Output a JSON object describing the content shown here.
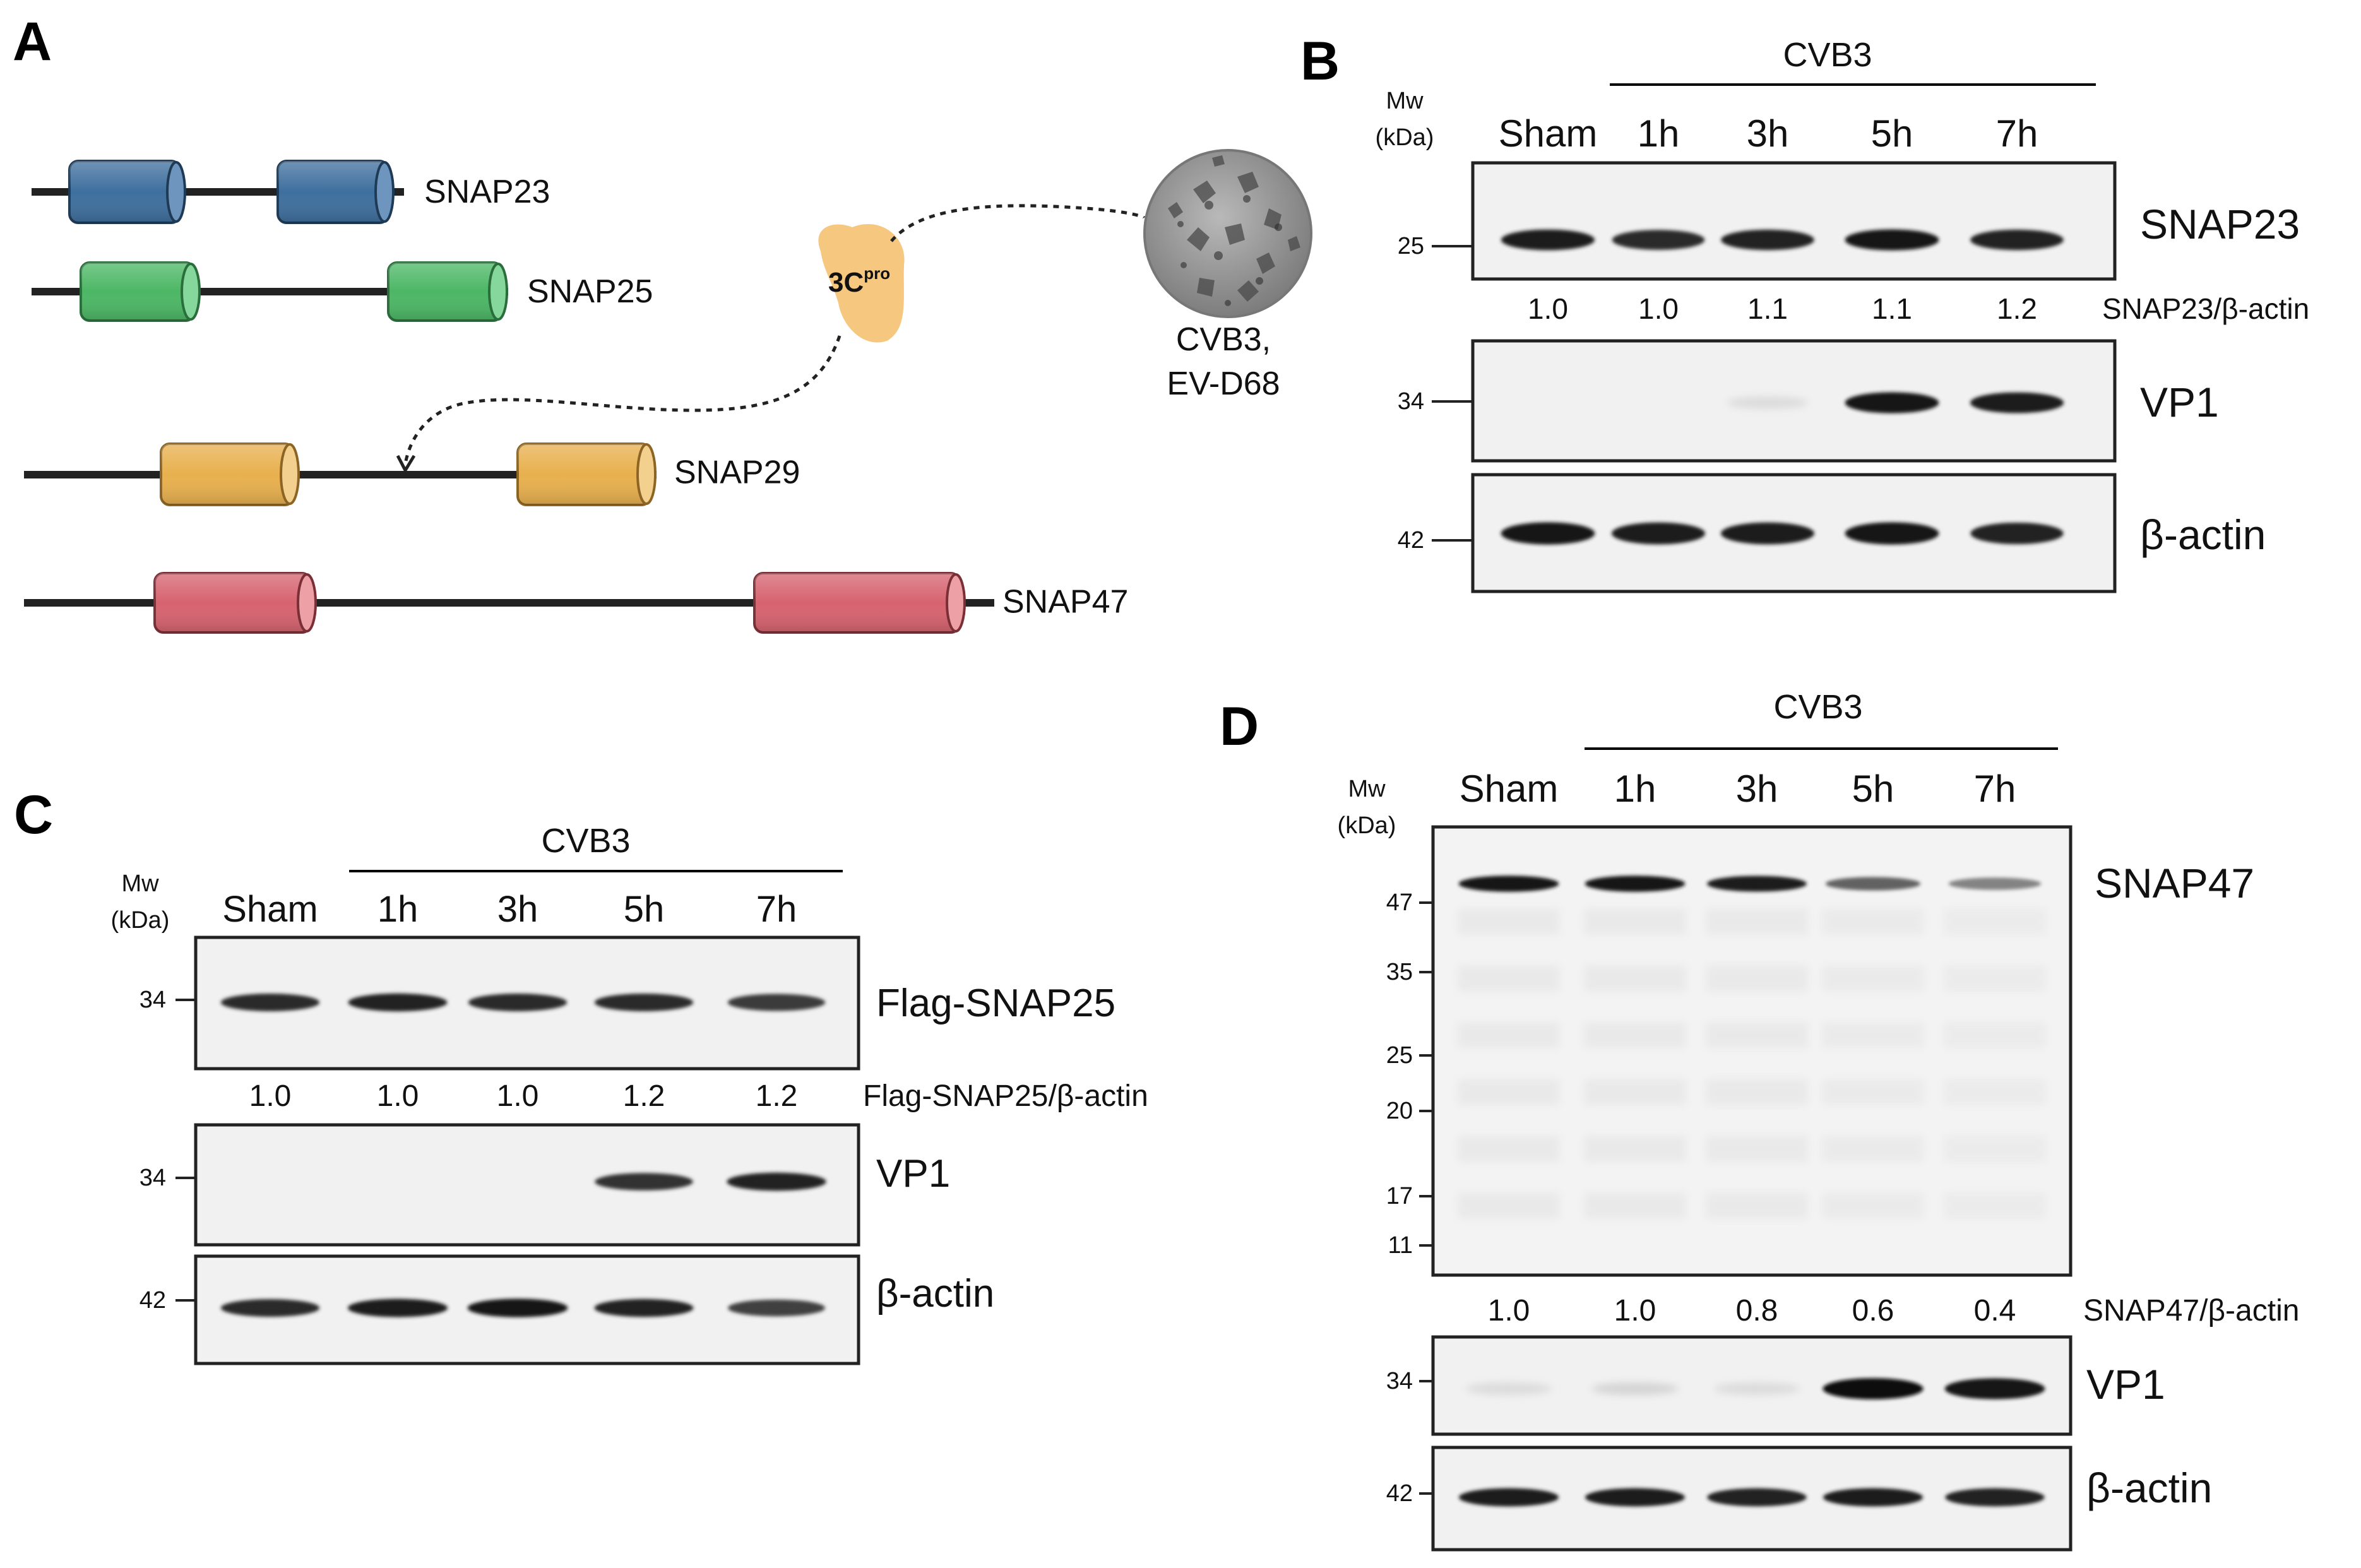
{
  "panels": {
    "A": {
      "letter": "A",
      "proteins": [
        {
          "label": "SNAP23",
          "color": "#3f6f9e"
        },
        {
          "label": "SNAP25",
          "color": "#4cb765"
        },
        {
          "label": "SNAP29",
          "color": "#e8b04e"
        },
        {
          "label": "SNAP47",
          "color": "#d6636f"
        }
      ],
      "protease": {
        "label_main": "3C",
        "label_sup": "pro",
        "color": "#f6c77e"
      },
      "virus": {
        "line1": "CVB3,",
        "line2": "EV-D68"
      }
    },
    "B": {
      "letter": "B",
      "treatment": "CVB3",
      "mw_header": [
        "Mw",
        "(kDa)"
      ],
      "lanes": [
        "Sham",
        "1h",
        "3h",
        "5h",
        "7h"
      ],
      "blots": [
        {
          "label": "SNAP23",
          "mw": "25",
          "intensities": [
            0.92,
            0.85,
            0.9,
            0.95,
            0.9
          ]
        },
        {
          "label": "VP1",
          "mw": "34",
          "intensities": [
            0,
            0,
            0.05,
            0.95,
            0.92
          ]
        },
        {
          "label": "β-actin",
          "mw": "42",
          "intensities": [
            0.95,
            0.92,
            0.92,
            0.95,
            0.88
          ]
        }
      ],
      "ratio": {
        "label": "SNAP23/β-actin",
        "values": [
          "1.0",
          "1.0",
          "1.1",
          "1.1",
          "1.2"
        ]
      }
    },
    "C": {
      "letter": "C",
      "treatment": "CVB3",
      "mw_header": [
        "Mw",
        "(kDa)"
      ],
      "lanes": [
        "Sham",
        "1h",
        "3h",
        "5h",
        "7h"
      ],
      "blots": [
        {
          "label": "Flag-SNAP25",
          "mw": "34",
          "intensities": [
            0.85,
            0.88,
            0.85,
            0.85,
            0.78
          ]
        },
        {
          "label": "VP1",
          "mw": "34",
          "intensities": [
            0,
            0,
            0,
            0.82,
            0.9
          ]
        },
        {
          "label": "β-actin",
          "mw": "42",
          "intensities": [
            0.85,
            0.92,
            0.95,
            0.88,
            0.75
          ]
        }
      ],
      "ratio": {
        "label": "Flag-SNAP25/β-actin",
        "values": [
          "1.0",
          "1.0",
          "1.0",
          "1.2",
          "1.2"
        ]
      }
    },
    "D": {
      "letter": "D",
      "treatment": "CVB3",
      "mw_header": [
        "Mw",
        "(kDa)"
      ],
      "lanes": [
        "Sham",
        "1h",
        "3h",
        "5h",
        "7h"
      ],
      "snap47_markers": [
        "47",
        "35",
        "25",
        "20",
        "17",
        "11"
      ],
      "blots": [
        {
          "label": "SNAP47",
          "mw": "47",
          "intensities": [
            0.95,
            0.95,
            0.92,
            0.6,
            0.45
          ]
        },
        {
          "label": "VP1",
          "mw": "34",
          "intensities": [
            0.05,
            0.08,
            0.05,
            0.97,
            0.95
          ]
        },
        {
          "label": "β-actin",
          "mw": "42",
          "intensities": [
            0.92,
            0.92,
            0.9,
            0.92,
            0.9
          ]
        }
      ],
      "ratio": {
        "label": "SNAP47/β-actin",
        "values": [
          "1.0",
          "1.0",
          "0.8",
          "0.6",
          "0.4"
        ]
      }
    }
  }
}
